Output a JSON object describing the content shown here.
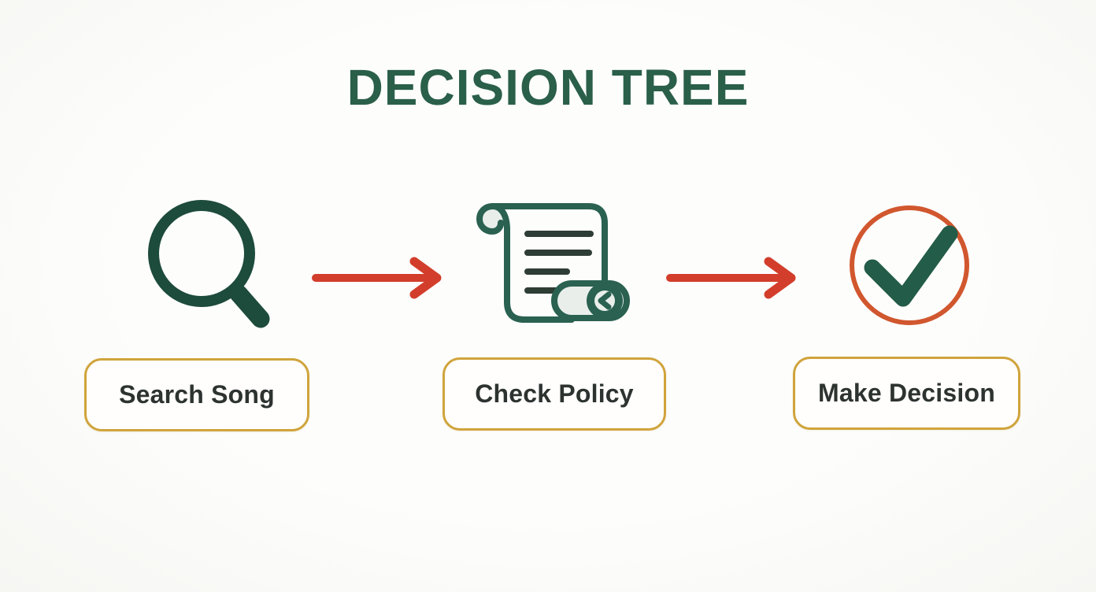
{
  "title": "DECISION TREE",
  "steps": [
    {
      "label": "Search Song",
      "icon": "magnifier-icon"
    },
    {
      "label": "Check Policy",
      "icon": "policy-scroll-icon"
    },
    {
      "label": "Make Decision",
      "icon": "check-circle-icon"
    }
  ],
  "connectors": [
    {
      "icon": "arrow-right-icon"
    },
    {
      "icon": "arrow-right-icon"
    }
  ],
  "colors": {
    "title_green": "#2A5F4A",
    "magnifier_green": "#1D4B3C",
    "scroll_green": "#2A6150",
    "scroll_lines": "#2E3D35",
    "scroll_fill": "#E9EEEB",
    "check_green": "#235C48",
    "ring_orange": "#D1572E",
    "arrow_red": "#D23E2B",
    "gold": "#D0A43C",
    "label_text": "#2D3330",
    "bg": "#FCFBF9"
  }
}
